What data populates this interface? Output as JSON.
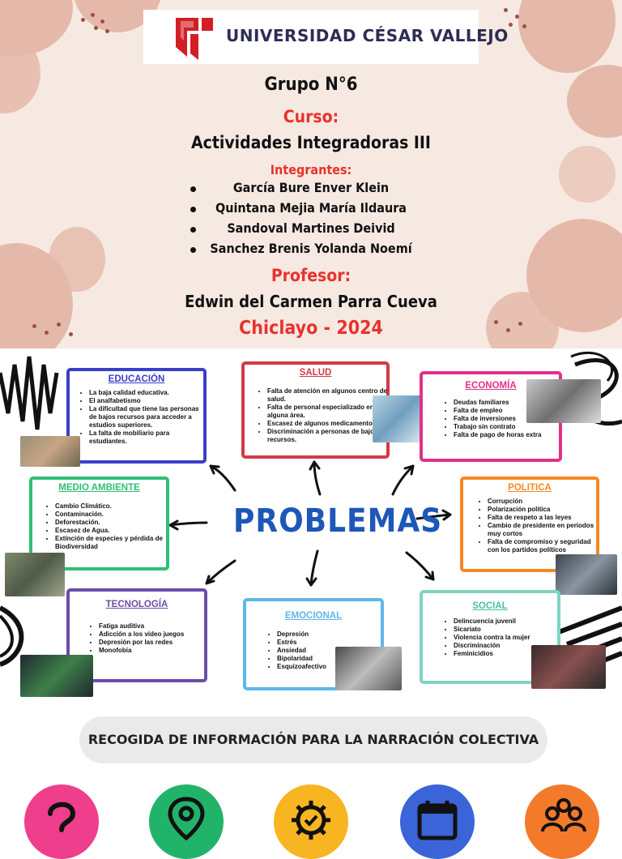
{
  "cover": {
    "university": "UNIVERSIDAD CÉSAR VALLEJO",
    "group": "Grupo N°6",
    "course_label": "Curso:",
    "course": "Actividades Integradoras III",
    "members_label": "Integrantes:",
    "members": [
      "García Bure Enver Klein",
      "Quintana Mejia María Ildaura",
      "Sandoval Martines Deivid",
      "Sanchez Brenis Yolanda Noemí"
    ],
    "professor_label": "Profesor:",
    "professor": "Edwin del Carmen Parra Cueva",
    "place_year": "Chiclayo - 2024"
  },
  "mindmap": {
    "center": "PROBLEMAS",
    "boxes": {
      "educacion": {
        "title": "EDUCACIÓN",
        "items": [
          "La baja calidad educativa.",
          "El analfabetismo",
          "La dificultad que tiene las personas de bajos recursos para acceder a estudios superiores.",
          "La falta de mobiliario para estudiantes."
        ]
      },
      "salud": {
        "title": "SALUD",
        "items": [
          "Falta de atención en algunos centro de salud.",
          "Falta de personal especializado en alguna área.",
          "Escasez de algunos medicamentos.",
          "Discriminación a personas de bajos recursos."
        ]
      },
      "economia": {
        "title": "ECONOMÍA",
        "items": [
          "Deudas familiares",
          "Falta de empleo",
          "Falta de inversiones",
          "Trabajo sin contrato",
          "Falta de pago de horas extra"
        ]
      },
      "medio_ambiente": {
        "title": "MEDIO AMBIENTE",
        "items": [
          "Cambio Climático.",
          "Contaminación.",
          "Deforestación.",
          "Escasez de Agua.",
          "Extinción de especies y pérdida de Biodiversidad"
        ]
      },
      "politica": {
        "title": "POLITICA",
        "items": [
          "Corrupción",
          "Polarización política",
          "Falta de respeto a las leyes",
          "Cambio de presidente en periodos muy cortos",
          "Falta de compromiso y seguridad con los partidos políticos"
        ]
      },
      "tecnologia": {
        "title": "TECNOLOGÍA",
        "items": [
          "Fatiga auditiva",
          "Adicción a los video juegos",
          "Depresión por las redes",
          "Monofobia"
        ]
      },
      "emocional": {
        "title": "EMOCIONAL",
        "items": [
          "Depresión",
          "Estrés",
          "Ansiedad",
          "Bipolaridad",
          "Esquizoafectivo"
        ]
      },
      "social": {
        "title": "SOCIAL",
        "items": [
          "Delincuencia juvenil",
          "Sicariato",
          "Violencia contra la mujer",
          "Discriminación",
          "Feminicidios"
        ]
      }
    }
  },
  "banner": "RECOGIDA DE INFORMACIÓN PARA LA NARRACIÓN COLECTIVA",
  "icons": [
    {
      "name": "question-icon",
      "color": "#ef3e8c"
    },
    {
      "name": "location-pin-icon",
      "color": "#22b36a"
    },
    {
      "name": "gear-check-icon",
      "color": "#f7b521"
    },
    {
      "name": "calendar-icon",
      "color": "#3a64d8"
    },
    {
      "name": "people-icon",
      "color": "#f37a2a"
    }
  ]
}
